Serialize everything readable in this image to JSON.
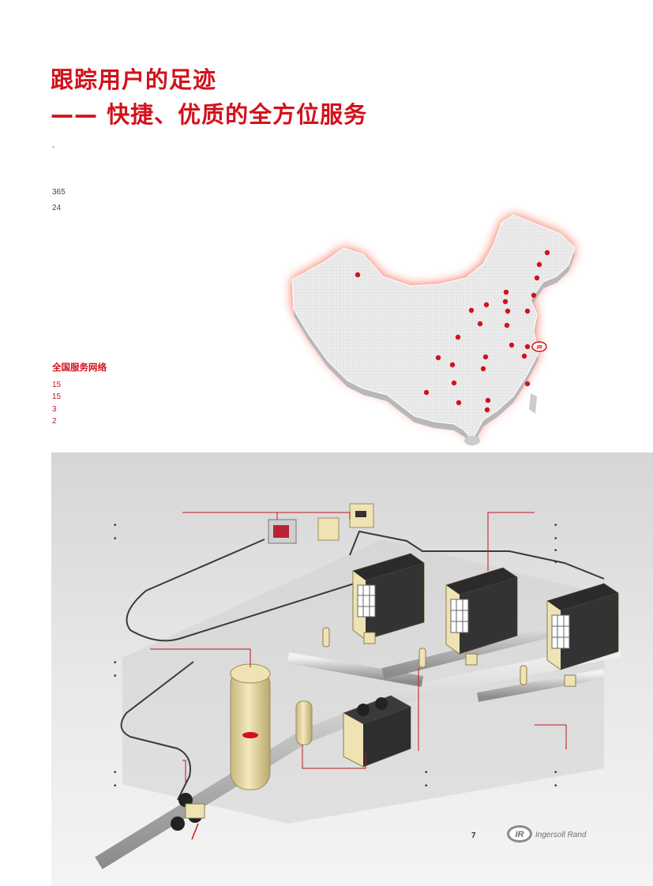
{
  "title": {
    "line1": "跟踪用户的足迹",
    "line2": "—— 快捷、优质的全方位服务"
  },
  "intro": {
    "dash": "-",
    "n365": "365",
    "n24": "24"
  },
  "network": {
    "heading": "全国服务网络",
    "values": [
      "15",
      "15",
      "3",
      "2"
    ]
  },
  "diagram_bullets": {
    "bullet_char": "•"
  },
  "page_number": "7",
  "brand": {
    "mark": "IR",
    "name": "Ingersoll Rand"
  },
  "colors": {
    "accent_red": "#d2121b",
    "machine_beige": "#efe3b4",
    "machine_dark": "#2b2b2b"
  }
}
